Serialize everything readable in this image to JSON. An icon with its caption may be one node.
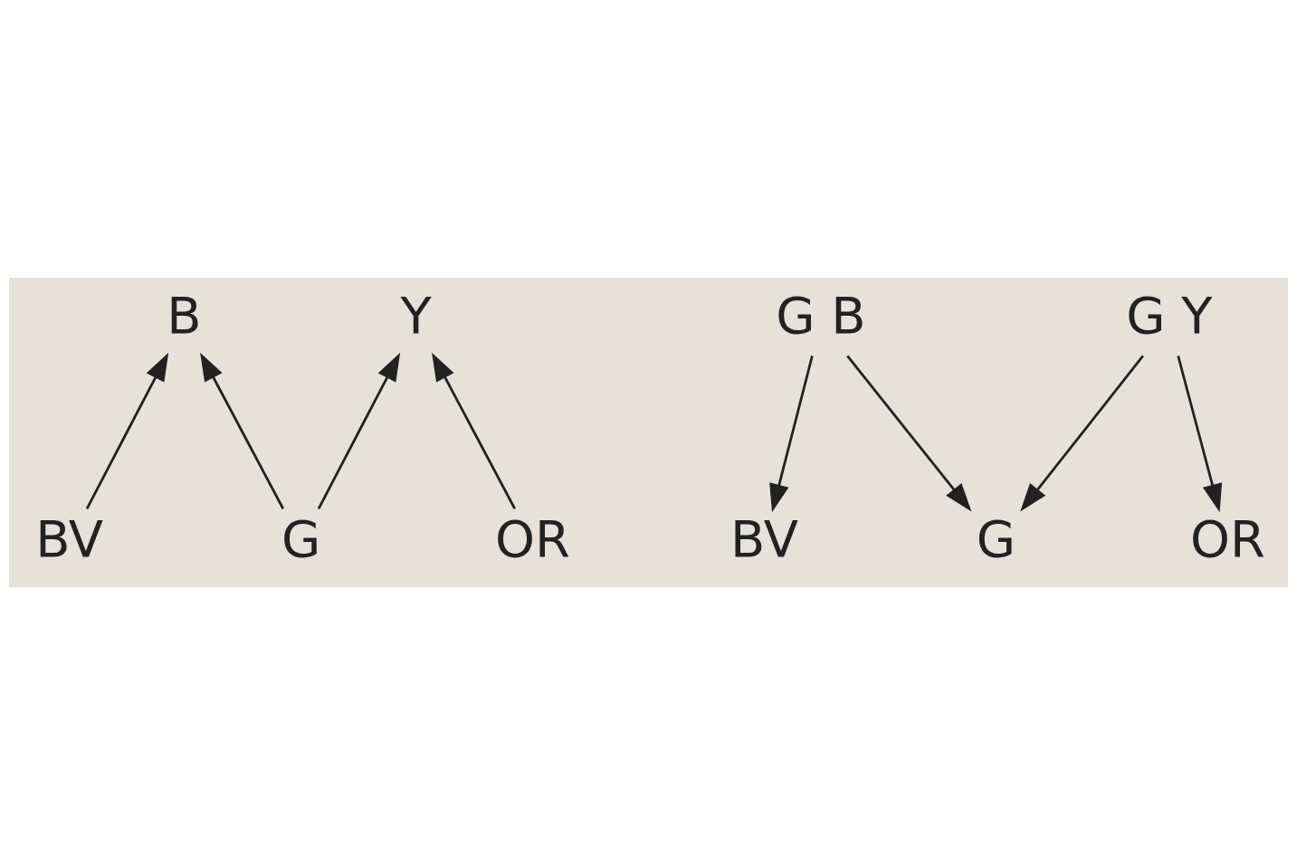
{
  "diagram": {
    "nodes": [
      {
        "text": [
          "B"
        ]
      },
      {
        "text": [
          "Y"
        ]
      },
      {
        "text": [
          "BV"
        ]
      },
      {
        "text": [
          "G"
        ]
      },
      {
        "text": [
          "OR"
        ]
      },
      {
        "text": [
          "G B"
        ]
      },
      {
        "text": [
          "G Y"
        ]
      },
      {
        "text": [
          "BV"
        ]
      },
      {
        "text": [
          "G"
        ]
      },
      {
        "text": [
          "OR"
        ]
      }
    ],
    "edges": [
      {
        "from": 2,
        "to": 0,
        "arrow": "to"
      },
      {
        "from": 3,
        "to": 0,
        "arrow": "to"
      },
      {
        "from": 3,
        "to": 1,
        "arrow": "to"
      },
      {
        "from": 4,
        "to": 1,
        "arrow": "to"
      },
      {
        "from": 5,
        "to": 7,
        "arrow": "to"
      },
      {
        "from": 5,
        "to": 8,
        "arrow": "to"
      },
      {
        "from": 6,
        "to": 8,
        "arrow": "to"
      },
      {
        "from": 6,
        "to": 9,
        "arrow": "to"
      }
    ]
  }
}
